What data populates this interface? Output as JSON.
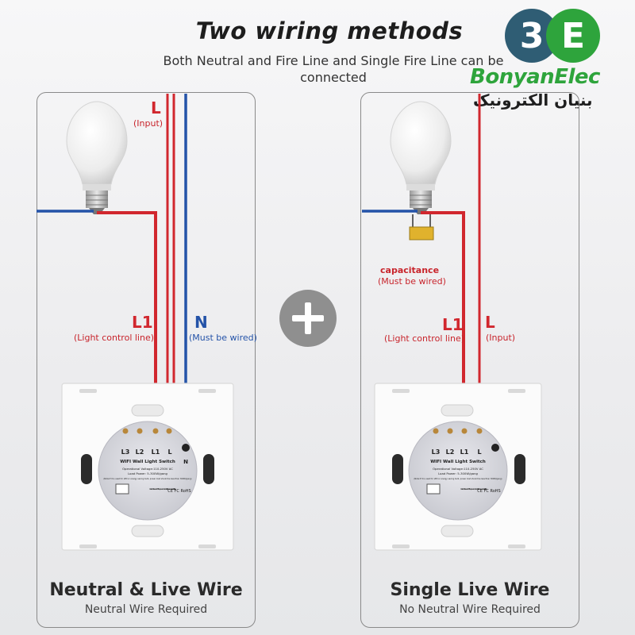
{
  "title": "Two wiring methods",
  "subtitle": "Both Neutral and Fire Line and Single Fire Line can be connected",
  "brand": {
    "mark_left": "3",
    "mark_right": "E",
    "name": "BonyanElec",
    "name_fa": "بنیان الکترونیک",
    "colors": {
      "dark": "#2f5d74",
      "green": "#2ea43c"
    }
  },
  "left_panel": {
    "label_L": "L",
    "label_L_note": "(Input)",
    "label_L1": "L1",
    "label_L1_note": "(Light control line)",
    "label_N": "N",
    "label_N_note": "(Must be wired)",
    "caption_title": "Neutral & Live Wire",
    "caption_sub": "Neutral Wire Required"
  },
  "right_panel": {
    "label_capacitance": "capacitance",
    "label_capacitance_note": "(Must be wired)",
    "label_L1": "L1",
    "label_L1_note": "(Light control line)",
    "label_L": "L",
    "label_L_note": "(Input)",
    "caption_title": "Single Live Wire",
    "caption_sub": "No Neutral Wire Required"
  },
  "switch": {
    "terminals": [
      "L3",
      "L2",
      "L1",
      "L"
    ],
    "n_terminal": "N",
    "product": "WIFI Wall Light Switch",
    "spec1": "Operational Voltage:110-250V AC",
    "spec2": "Load Power: 5-300W/gang",
    "spec3": "(Note:if it is used for LED or energy saving bulb, power load should be less than 300W/gang)",
    "caution": "Caution: Please cut off the power when installation and uninstallation.",
    "marks": "CE FC RoHS"
  },
  "colors": {
    "live": "#d1272e",
    "neutral": "#2453a8",
    "panel_border": "#8a8a8a"
  }
}
